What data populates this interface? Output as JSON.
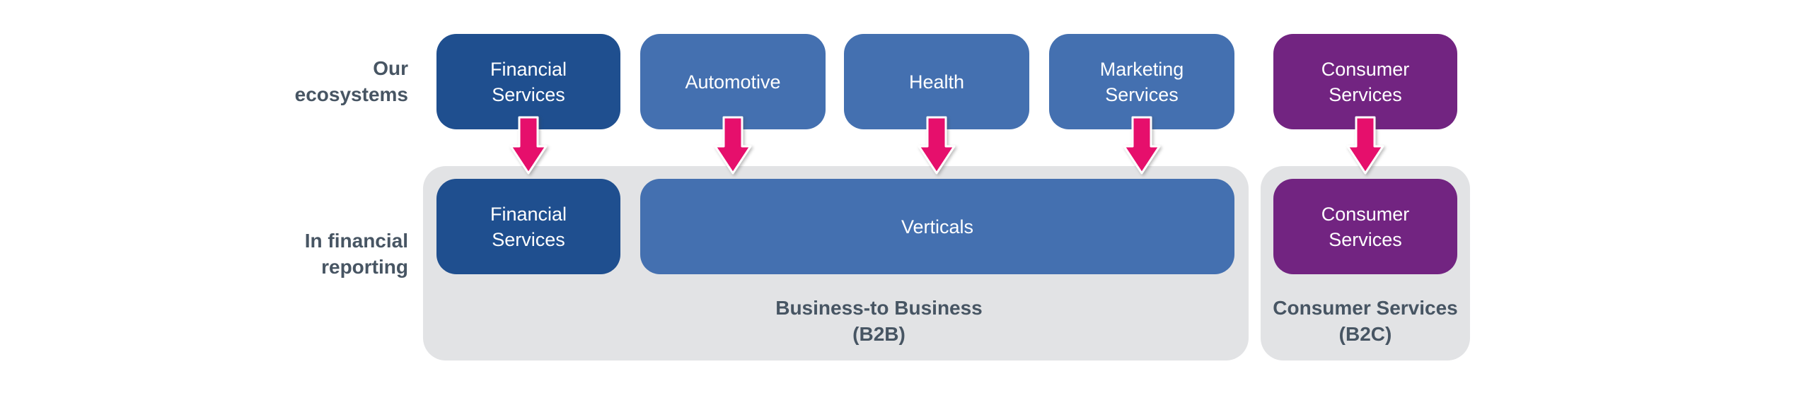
{
  "row_labels": {
    "ecosystems": "Our ecosystems",
    "reporting": "In financial reporting"
  },
  "ecosystems": [
    {
      "label": "Financial Services"
    },
    {
      "label": "Automotive"
    },
    {
      "label": "Health"
    },
    {
      "label": "Marketing Services"
    },
    {
      "label": "Consumer Services"
    }
  ],
  "financial_reporting": {
    "b2b": {
      "boxes": [
        {
          "label": "Financial Services"
        },
        {
          "label": "Verticals"
        }
      ],
      "caption": "Business-to Business\n(B2B)"
    },
    "b2c": {
      "box_label": "Consumer Services",
      "caption": "Consumer Services\n(B2C)"
    }
  },
  "icons": {
    "arrow": "down-arrow"
  },
  "colors": {
    "dark_blue": "#1F4F8F",
    "medium_blue": "#4470B0",
    "purple": "#722481",
    "arrow_pink": "#E60F6C",
    "container_gray": "#E2E3E5",
    "label_text": "#475563",
    "box_text": "#FFFFFF"
  }
}
